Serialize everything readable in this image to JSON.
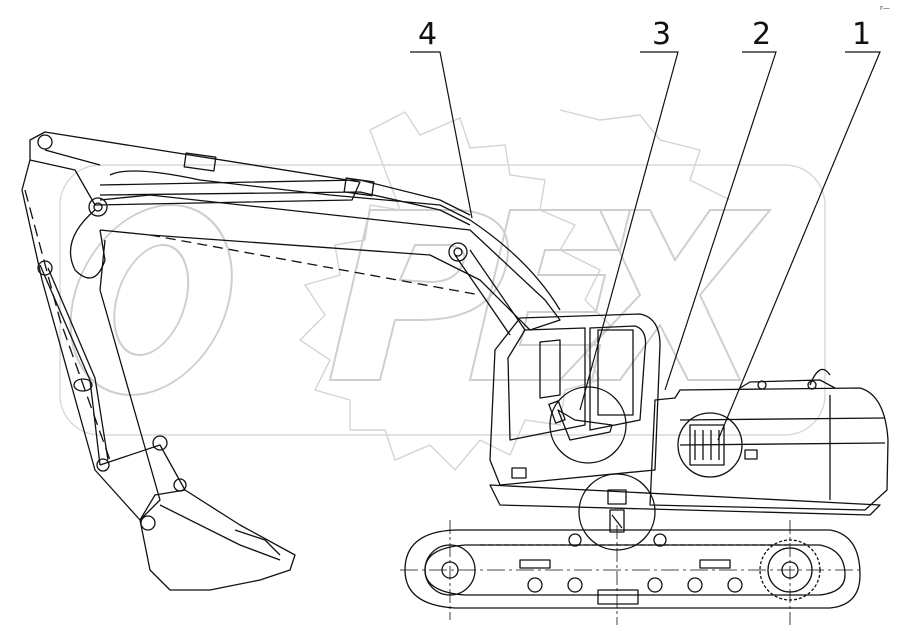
{
  "diagram": {
    "watermark": "OPEX",
    "corner_mark": "r—",
    "callouts": [
      {
        "label": "4"
      },
      {
        "label": "3"
      },
      {
        "label": "2"
      },
      {
        "label": "1"
      }
    ],
    "colors": {
      "line": "#111111",
      "watermark": "#d0d0d0"
    }
  }
}
